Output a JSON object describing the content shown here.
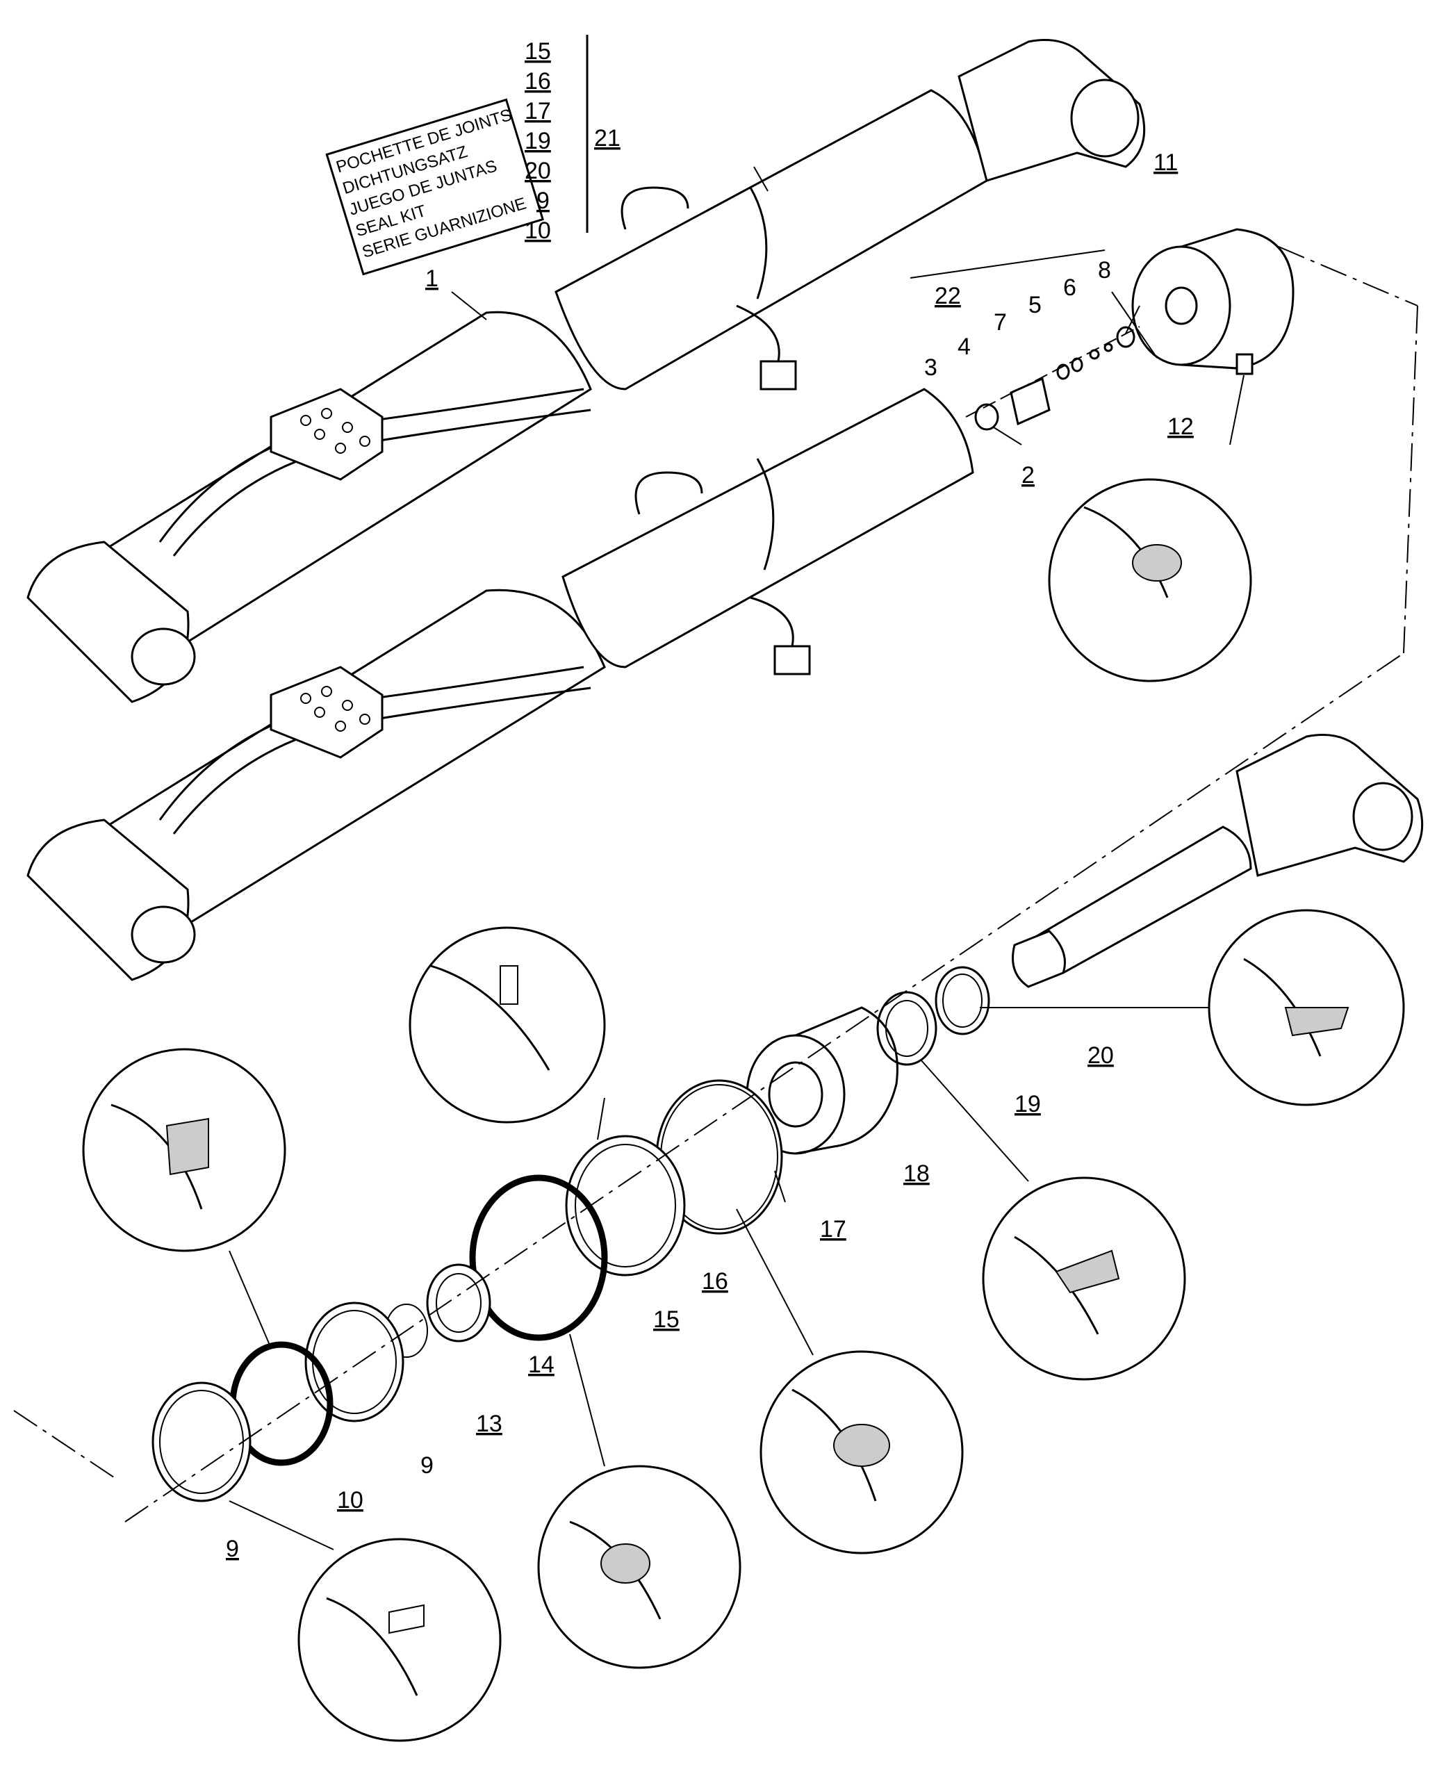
{
  "seal_kit_label": {
    "lines": [
      "POCHETTE DE JOINTS",
      "DICHTUNGSATZ",
      "JUEGO DE JUNTAS",
      "SEAL KIT",
      "SERIE GUARNIZIONE"
    ],
    "kit_items": [
      "15",
      "16",
      "17",
      "19",
      "20",
      "9",
      "10"
    ],
    "kit_number": "21"
  },
  "callouts": {
    "c1": "1",
    "c2": "2",
    "c3": "3",
    "c4": "4",
    "c5": "5",
    "c6": "6",
    "c7": "7",
    "c8": "8",
    "c9a": "9",
    "c9b": "9",
    "c10": "10",
    "c11": "11",
    "c12": "12",
    "c13": "13",
    "c14": "14",
    "c15": "15",
    "c16": "16",
    "c17": "17",
    "c18": "18",
    "c19": "19",
    "c20": "20",
    "c22": "22"
  }
}
